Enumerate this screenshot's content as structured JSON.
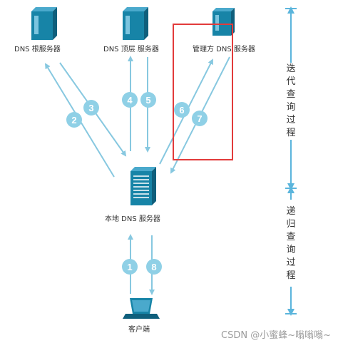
{
  "nodes": {
    "root": {
      "label": "DNS 根服务器"
    },
    "tld": {
      "label": "DNS 顶层 服务器"
    },
    "auth": {
      "label": "管理方 DNS 服务器"
    },
    "local": {
      "label": "本地 DNS 服务器"
    },
    "client": {
      "label": "客户端"
    }
  },
  "steps": [
    "1",
    "2",
    "3",
    "4",
    "5",
    "6",
    "7",
    "8"
  ],
  "phases": {
    "iterative": {
      "label": "迭代查询过程"
    },
    "recursive": {
      "label": "递归查询过程"
    }
  },
  "watermark": "CSDN @小蜜蜂~嗡嗡嗡~",
  "colors": {
    "server": "#1784a7",
    "server_dark": "#0f5f7c",
    "arrow": "#87c8e0",
    "badge": "#8fd0e6",
    "highlight_box": "#e23b3b",
    "bracket": "#5bb5dc"
  }
}
